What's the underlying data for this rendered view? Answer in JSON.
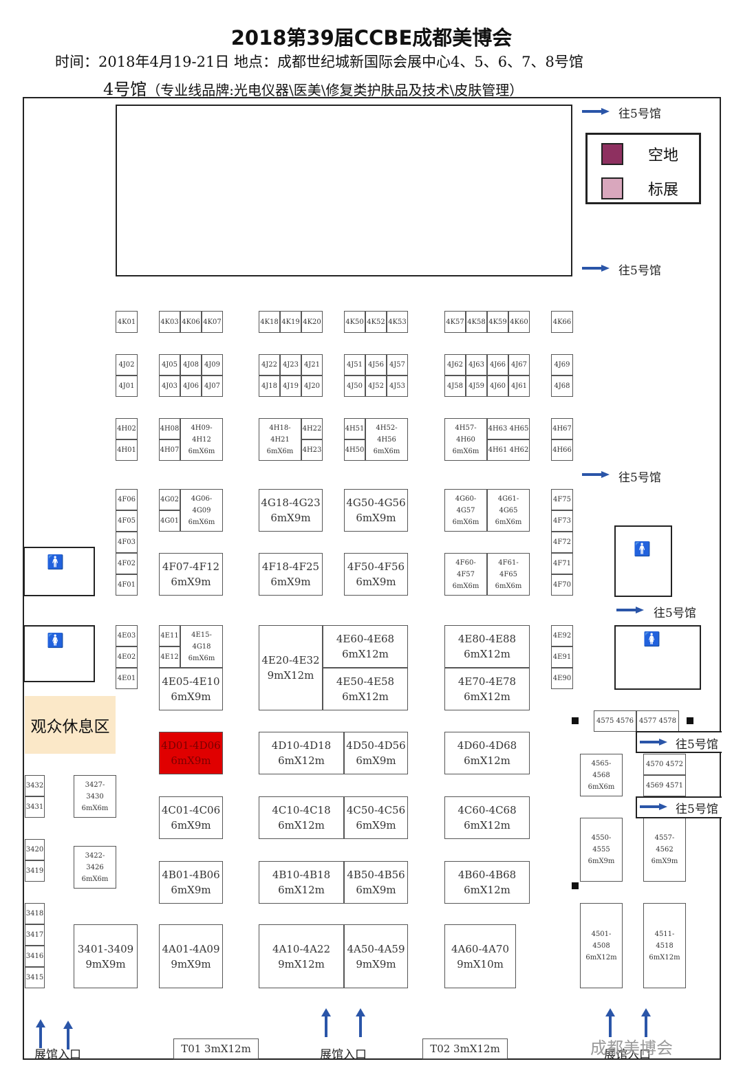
{
  "header": {
    "title": "2018第39届CCBE成都美博会",
    "info": "时间：2018年4月19-21日    地点：成都世纪城新国际会展中心4、5、6、7、8号馆",
    "hall": "4号馆",
    "hall_desc": "（专业线品牌:光电仪器\\医美\\修复类护肤品及技术\\皮肤管理）"
  },
  "legend": {
    "items": [
      {
        "label": "空地",
        "color": "#8e3060"
      },
      {
        "label": "标展",
        "color": "#d9a7bd"
      }
    ]
  },
  "labels": {
    "to_hall5": "往5号馆",
    "entrance": "展馆入口",
    "rest_area": "观众休息区",
    "watermark": "成都美博会",
    "icon_male": "male-restroom-icon",
    "icon_female": "female-restroom-icon"
  },
  "booths": [
    "4K01",
    "4K03",
    "4K06",
    "4K07",
    "4K18",
    "4K19",
    "4K20",
    "4K50",
    "4K52",
    "4K53",
    "4K57",
    "4K58",
    "4K59",
    "4K60",
    "4K66",
    "4J02",
    "4J05",
    "4J08",
    "4J09",
    "4J22",
    "4J23",
    "4J21",
    "4J51",
    "4J56",
    "4J57",
    "4J62",
    "4J63",
    "4J66",
    "4J67",
    "4J69",
    "4J01",
    "4J03",
    "4J06",
    "4J07",
    "4J18",
    "4J19",
    "4J20",
    "4J50",
    "4J52",
    "4J53",
    "4J58",
    "4J59",
    "4J60",
    "4J61",
    "4J68",
    "4H02",
    "4H01",
    "4H08",
    "4H07",
    "4H09-\n4H12\n6mX6m",
    "4H18-\n4H21\n6mX6m",
    "4H22",
    "4H23",
    "4H51",
    "4H50",
    "4H52-\n4H56\n6mX6m",
    "4H57-\n4H60\n6mX6m",
    "4H63 4H65",
    "4H61 4H62",
    "4H67",
    "4H66",
    "4F06",
    "4F05",
    "4F03",
    "4F02",
    "4F01",
    "4G02",
    "4G01",
    "4G06-\n4G09\n6mX6m",
    "4G18-4G23\n6mX9m",
    "4G50-4G56\n6mX9m",
    "4G60-\n4G57\n6mX6m",
    "4G61-\n4G65\n6mX6m",
    "4F75",
    "4F73",
    "4F72",
    "4F71",
    "4F70",
    "4F07-4F12\n6mX9m",
    "4F18-4F25\n6mX9m",
    "4F50-4F56\n6mX9m",
    "4F60-\n4F57\n6mX6m",
    "4F61-\n4F65\n6mX6m",
    "4E03",
    "4E02",
    "4E01",
    "4E11",
    "4E12",
    "4E15-\n4G18\n6mX6m",
    "4E05-4E10\n6mX9m",
    "4E20-4E32\n9mX12m",
    "4E60-4E68\n6mX12m",
    "4E50-4E58\n6mX12m",
    "4E80-4E88\n6mX12m",
    "4E70-4E78\n6mX12m",
    "4E92",
    "4E91",
    "4E90",
    "4D01-4D06\n6mX9m",
    "4D10-4D18\n6mX12m",
    "4D50-4D56\n6mX9m",
    "4D60-4D68\n6mX12m",
    "4575 4576",
    "4577 4578",
    "4565-\n4568\n6mX6m",
    "4570 4572",
    "4569 4571",
    "3432",
    "3431",
    "3427-\n3430\n6mX6m",
    "4C01-4C06\n6mX9m",
    "4C10-4C18\n6mX12m",
    "4C50-4C56\n6mX9m",
    "4C60-4C68\n6mX12m",
    "3420",
    "3419",
    "3422-\n3426\n6mX6m",
    "4B01-4B06\n6mX9m",
    "4B10-4B18\n6mX12m",
    "4B50-4B56\n6mX9m",
    "4B60-4B68\n6mX12m",
    "4550-\n4555\n6mX9m",
    "4557-\n4562\n6mX9m",
    "3418",
    "3417",
    "3416",
    "3415",
    "3401-3409\n9mX9m",
    "4A01-4A09\n9mX9m",
    "4A10-4A22\n9mX12m",
    "4A50-4A59\n9mX9m",
    "4A60-4A70\n9mX10m",
    "4501-\n4508\n6mX12m",
    "4511-\n4518\n6mX12m",
    "T01  3mX12m",
    "T02  3mX12m"
  ]
}
